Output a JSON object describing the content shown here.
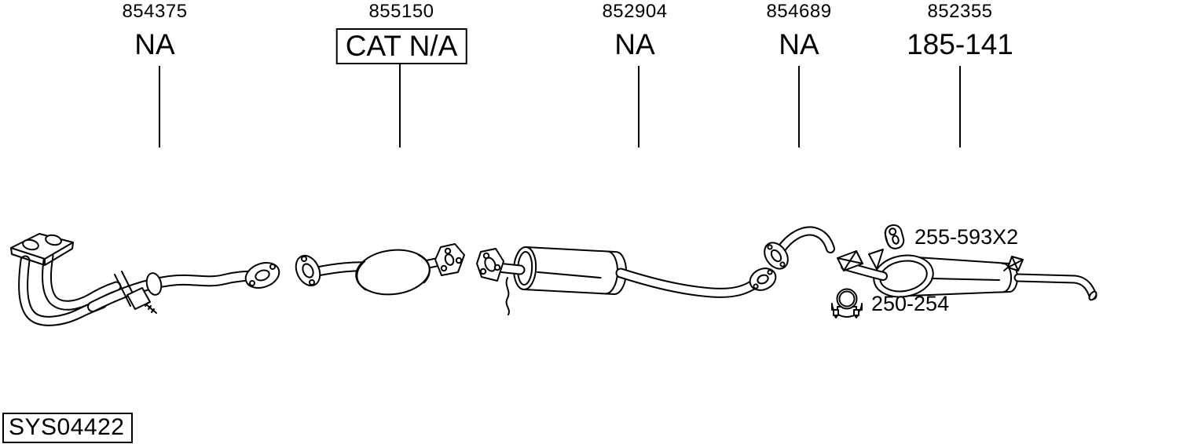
{
  "diagram": {
    "columns": [
      {
        "part_number": "854375",
        "label": "NA",
        "boxed": false
      },
      {
        "part_number": "855150",
        "label": "CAT N/A",
        "boxed": true
      },
      {
        "part_number": "852904",
        "label": "NA",
        "boxed": false
      },
      {
        "part_number": "854689",
        "label": "NA",
        "boxed": false
      },
      {
        "part_number": "852355",
        "label": "185-141",
        "boxed": false
      }
    ],
    "annotations": [
      {
        "label": "255-593X2",
        "icon": "rubber-hanger-icon"
      },
      {
        "label": "250-254",
        "icon": "pipe-clamp-icon"
      }
    ],
    "system_code": "SYS04422",
    "parts": [
      "front-pipe",
      "catalytic-converter",
      "middle-muffler",
      "connecting-pipe",
      "rear-muffler"
    ],
    "colors": {
      "line": "#000000",
      "background": "#ffffff"
    }
  }
}
